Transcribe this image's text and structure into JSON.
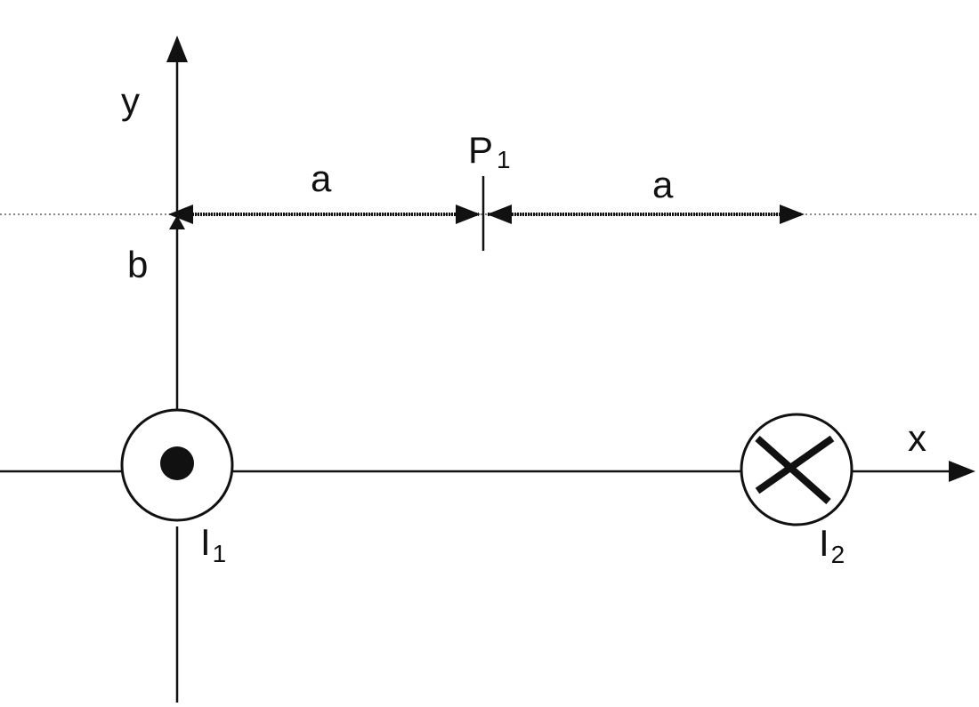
{
  "axes": {
    "x_label": "x",
    "y_label": "y"
  },
  "dimensions": {
    "left_span_label": "a",
    "right_span_label": "a",
    "height_label": "b"
  },
  "point": {
    "letter": "P",
    "subscript": "1"
  },
  "currents": [
    {
      "letter": "I",
      "subscript": "1",
      "direction": "out-of-page",
      "symbol": "dot"
    },
    {
      "letter": "I",
      "subscript": "2",
      "direction": "into-page",
      "symbol": "cross"
    }
  ],
  "colors": {
    "ink": "#111111",
    "dashed_line": "#888888",
    "background": "#ffffff"
  }
}
